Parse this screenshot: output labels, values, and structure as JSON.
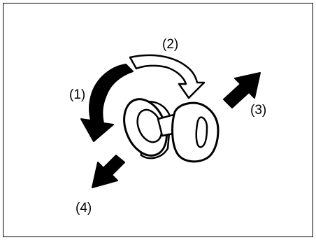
{
  "labels": {
    "step1": "(1)",
    "step2": "(2)",
    "step3": "(3)",
    "step4": "(4)"
  }
}
